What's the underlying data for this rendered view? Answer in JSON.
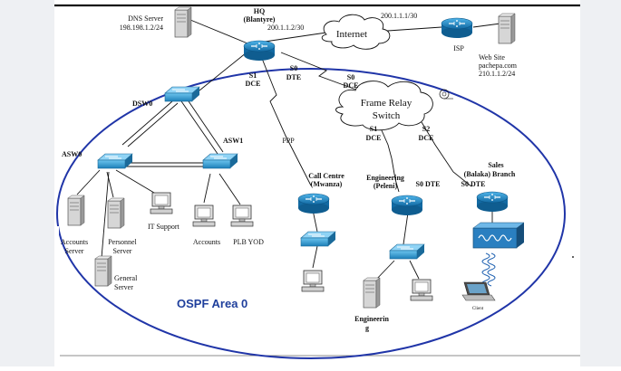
{
  "labels": {
    "hq_title": "HQ",
    "hq_sub": "(Blantyre)",
    "dns_line1": "DNS Server",
    "dns_line2": "198.198.1.2/24",
    "hq_link_ip": "200.1.1.2/30",
    "internet": "Internet",
    "isp_link_ip": "200.1.1.1/30",
    "isp": "ISP",
    "web_line1": "Web Site",
    "web_line2": "pachepa.com",
    "web_line3": "210.1.1.2/24",
    "hq_s1": "S1",
    "hq_dce": "DCE",
    "hq_s0": "S0",
    "hq_dte": "DTE",
    "fr_s0": "S0",
    "fr_dce": "DCE",
    "frame_relay_1": "Frame Relay",
    "frame_relay_2": "Switch",
    "dsw0": "DSW0",
    "dsw1": "ASW1",
    "asw0": "ASW0",
    "ppp": "PPP",
    "fr_s1": "S1",
    "fr_s1_dce": "DCE",
    "fr_s2": "S2",
    "fr_s2_dce": "DCE",
    "cc_line1": "Call Centre",
    "cc_line2": "(Mwanza)",
    "eng_line1": "Engineering",
    "eng_line2": "(Peleni)",
    "eng_s0": "S0 DTE",
    "sales_line1": "Sales",
    "sales_line2": "(Balaka) Branch",
    "sales_s0": "S0 DTE",
    "it_support": "IT Support",
    "accounts": "Accounts",
    "plb_yod": "PLB YOD",
    "acc_server_1": "Accounts",
    "acc_server_2": "Server",
    "pers_server_1": "Personnel",
    "pers_server_2": "Server",
    "gen_server_1": "General",
    "gen_server_2": "Server",
    "ospf_area": "OSPF Area 0",
    "engineering_pc_1": "Engineerin",
    "engineering_pc_2": "g",
    "client": "Client"
  },
  "colors": {
    "router": "#1a86c7",
    "switch": "#2ba0d6",
    "ellipse": "#2035a8",
    "link": "#111111",
    "gutter": "#eef0f3"
  },
  "icons": [
    "router-icon",
    "switch-icon",
    "server-icon",
    "pc-icon",
    "cloud-icon",
    "wireless-ap-icon",
    "laptop-icon"
  ]
}
